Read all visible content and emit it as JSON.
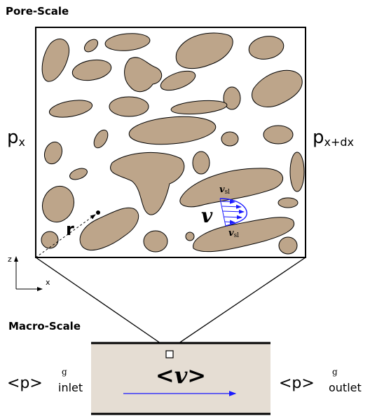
{
  "pore_scale": {
    "title": "Pore-Scale",
    "p_left": {
      "base": "p",
      "sub": "x"
    },
    "p_right": {
      "base": "p",
      "sub": "x+dx"
    },
    "velocity_symbol": "v",
    "slip_velocity": {
      "base": "v",
      "sub": "sl"
    },
    "position_label": "r",
    "axes": {
      "z": "z",
      "x": "x"
    }
  },
  "macro_scale": {
    "title": "Macro-Scale",
    "inlet": {
      "base": "<p>",
      "sup": "g",
      "sub": "inlet"
    },
    "outlet": {
      "base": "<p>",
      "sup": "g",
      "sub": "outlet"
    },
    "avg_velocity": "<v>"
  },
  "colors": {
    "grain_fill": "#bda58a",
    "channel_fill": "#e5ddd3",
    "velocity_arrow": "#1a1aff",
    "outline": "#000000"
  }
}
